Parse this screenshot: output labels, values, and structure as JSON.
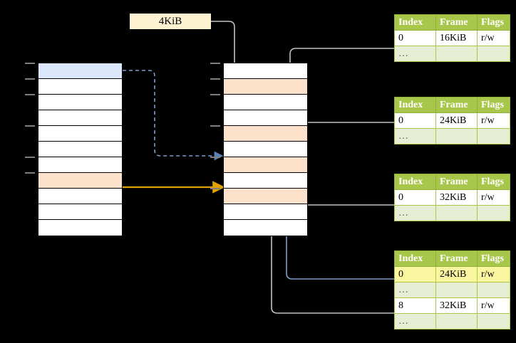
{
  "diagram": {
    "title_label": "4KiB",
    "page_size_label": "4KiB",
    "colors": {
      "header_green": "#a8c64a",
      "row_alt_green": "#e8eed4",
      "highlight_yellow": "#fbf6a0",
      "selected_blue": "#dbe8fb",
      "selected_orange": "#fde2cb",
      "label_cream": "#fdf3d3",
      "arrow_orange": "#e0a200",
      "arrow_blue": "#5b7fb9",
      "arrow_gray": "#bdbdbd",
      "background": "#000000"
    }
  },
  "virtual_column": {
    "name": "virtual-address-space",
    "row_count": 11,
    "rows": [
      {
        "state": "blue"
      },
      {
        "state": "plain"
      },
      {
        "state": "plain"
      },
      {
        "state": "plain"
      },
      {
        "state": "plain"
      },
      {
        "state": "plain"
      },
      {
        "state": "plain"
      },
      {
        "state": "orange"
      },
      {
        "state": "plain"
      },
      {
        "state": "plain"
      },
      {
        "state": "plain"
      }
    ],
    "tick_rows": [
      0,
      1,
      2,
      4,
      6,
      7
    ]
  },
  "physical_column": {
    "name": "physical-memory",
    "row_count": 11,
    "rows": [
      {
        "state": "plain"
      },
      {
        "state": "orange"
      },
      {
        "state": "plain"
      },
      {
        "state": "plain"
      },
      {
        "state": "orange"
      },
      {
        "state": "plain"
      },
      {
        "state": "orange"
      },
      {
        "state": "plain"
      },
      {
        "state": "orange"
      },
      {
        "state": "plain"
      },
      {
        "state": "plain"
      }
    ],
    "tick_rows": [
      0,
      1,
      2,
      4,
      6,
      8
    ]
  },
  "page_tables": [
    {
      "name": "page-table-1",
      "headers": [
        "Index",
        "Frame",
        "Flags"
      ],
      "rows": [
        {
          "cells": [
            "0",
            "16KiB",
            "r/w"
          ],
          "style": "normal"
        },
        {
          "cells": [
            "…",
            "",
            ""
          ],
          "style": "ellipsis"
        }
      ]
    },
    {
      "name": "page-table-2",
      "headers": [
        "Index",
        "Frame",
        "Flags"
      ],
      "rows": [
        {
          "cells": [
            "0",
            "24KiB",
            "r/w"
          ],
          "style": "normal"
        },
        {
          "cells": [
            "…",
            "",
            ""
          ],
          "style": "ellipsis"
        }
      ]
    },
    {
      "name": "page-table-3",
      "headers": [
        "Index",
        "Frame",
        "Flags"
      ],
      "rows": [
        {
          "cells": [
            "0",
            "32KiB",
            "r/w"
          ],
          "style": "normal"
        },
        {
          "cells": [
            "…",
            "",
            ""
          ],
          "style": "ellipsis"
        }
      ]
    },
    {
      "name": "page-table-4",
      "headers": [
        "Index",
        "Frame",
        "Flags"
      ],
      "rows": [
        {
          "cells": [
            "0",
            "24KiB",
            "r/w"
          ],
          "style": "highlight"
        },
        {
          "cells": [
            "…",
            "",
            ""
          ],
          "style": "ellipsis"
        },
        {
          "cells": [
            "8",
            "32KiB",
            "r/w"
          ],
          "style": "normal"
        },
        {
          "cells": [
            "…",
            "",
            ""
          ],
          "style": "ellipsis"
        }
      ]
    }
  ]
}
